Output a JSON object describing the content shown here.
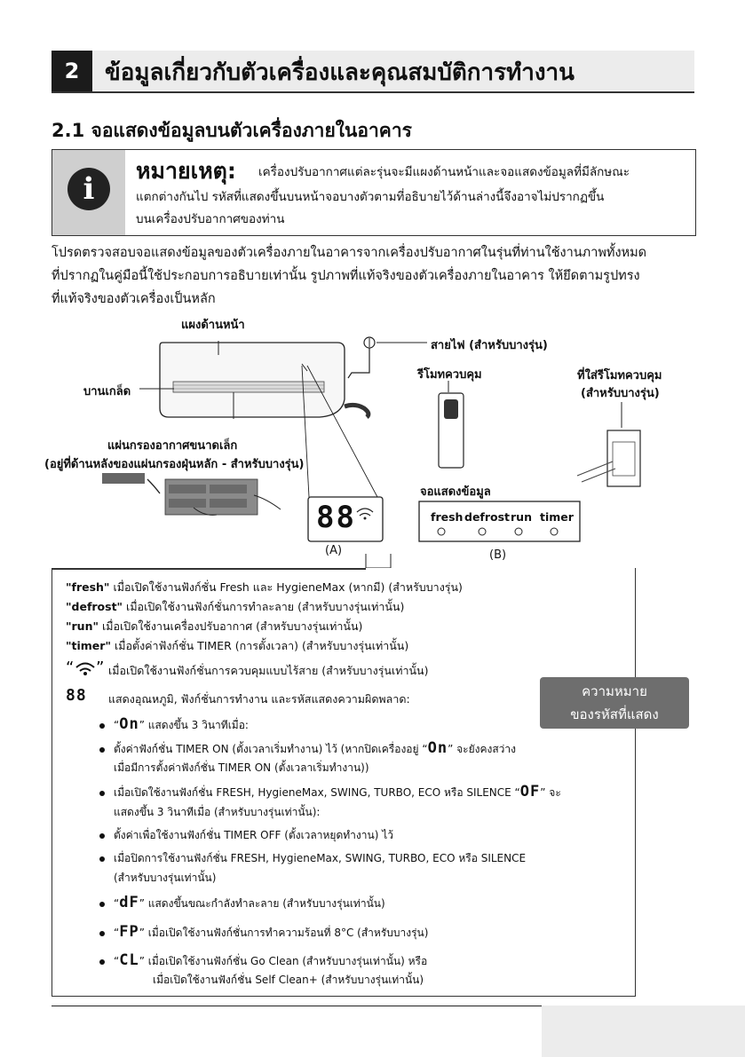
{
  "header": {
    "number": "2",
    "title": "ข้อมูลเกี่ยวกับตัวเครื่องและคุณสมบัติการทำงาน"
  },
  "section_title": "2.1 จอแสดงข้อมูลบนตัวเครื่องภายในอาคาร",
  "note": {
    "heading": "หมายเหตุ:",
    "line1": "เครื่องปรับอากาศแต่ละรุ่นจะมีแผงด้านหน้าและจอแสดงข้อมูลที่มีลักษณะ",
    "line2": "แตกต่างกันไป รหัสที่แสดงขึ้นบนหน้าจอบางตัวตามที่อธิบายไว้ด้านล่างนี้จึงอาจไม่ปรากฏขึ้น",
    "line3": "บนเครื่องปรับอากาศของท่าน"
  },
  "intro": {
    "line1": "โปรดตรวจสอบจอแสดงข้อมูลของตัวเครื่องภายในอาคารจากเครื่องปรับอากาศในรุ่นที่ท่านใช้งานภาพทั้งหมด",
    "line2": "ที่ปรากฏในคู่มือนี้ใช้ประกอบการอธิบายเท่านั้น รูปภาพที่แท้จริงของตัวเครื่องภายในอาคาร ให้ยึดตามรูปทรง",
    "line3": "ที่แท้จริงของตัวเครื่องเป็นหลัก"
  },
  "diagram": {
    "front_panel": "แผงด้านหน้า",
    "power_cable": "สายไฟ (สำหรับบางรุ่น)",
    "louver": "บานเกล็ด",
    "remote": "รีโมทควบคุม",
    "remote_holder_1": "ที่ใส่รีโมทควบคุม",
    "remote_holder_2": "(สำหรับบางรุ่น)",
    "small_filter_1": "แผ่นกรองอากาศขนาดเล็ก",
    "small_filter_2": "(อยู่ที่ด้านหลังของแผ่นกรองฝุ่นหลัก - สำหรับบางรุ่น)",
    "display_label": "จอแสดงข้อมูล",
    "display_digits": "88",
    "label_a": "(A)",
    "label_b": "(B)",
    "indicators": [
      "fresh",
      "defrost",
      "run",
      "timer"
    ]
  },
  "legend": {
    "fresh_key": "\"fresh\"",
    "fresh_text": "เมื่อเปิดใช้งานฟังก์ชั่น Fresh และ HygieneMax (หากมี) (สำหรับบางรุ่น)",
    "defrost_key": "\"defrost\"",
    "defrost_text": "เมื่อเปิดใช้งานฟังก์ชั่นการทำละลาย (สำหรับบางรุ่นเท่านั้น)",
    "run_key": "\"run\"",
    "run_text": "เมื่อเปิดใช้งานเครื่องปรับอากาศ (สำหรับบางรุ่นเท่านั้น)",
    "timer_key": "\"timer\"",
    "timer_text": "เมื่อตั้งค่าฟังก์ชั่น TIMER (การตั้งเวลา) (สำหรับบางรุ่นเท่านั้น)",
    "wifi_text": "เมื่อเปิดใช้งานฟังก์ชั่นการควบคุมแบบไร้สาย (สำหรับบางรุ่นเท่านั้น)",
    "digits_code": "88",
    "digits_text": "แสดงอุณหภูมิ, ฟังก์ชั่นการทำงาน และรหัสแสดงความผิดพลาด:",
    "on_code": "On",
    "on_text": "แสดงขึ้น 3 วินาทีเมื่อ:",
    "timer_on_1": "ตั้งค่าฟังก์ชั่น TIMER ON (ตั้งเวลาเริ่มทำงาน) ไว้ (หากปิดเครื่องอยู่",
    "timer_on_2": "จะยังคงสว่าง",
    "timer_on_3": "เมื่อมีการตั้งค่าฟังก์ชั่น TIMER ON (ตั้งเวลาเริ่มทำงาน))",
    "fresh_on_1": "เมื่อเปิดใช้งานฟังก์ชั่น FRESH, HygieneMax, SWING, TURBO, ECO หรือ SILENCE",
    "of_code": "OF",
    "fresh_on_2": "จะ",
    "fresh_on_3": "แสดงขึ้น 3 วินาทีเมื่อ (สำหรับบางรุ่นเท่านั้น):",
    "timer_off": "ตั้งค่าเพื่อใช้งานฟังก์ชั่น TIMER OFF (ตั้งเวลาหยุดทำงาน) ไว้",
    "disable_1": "เมื่อปิดการใช้งานฟังก์ชั่น FRESH, HygieneMax, SWING, TURBO, ECO หรือ SILENCE",
    "disable_2": "(สำหรับบางรุ่นเท่านั้น)",
    "df_code": "dF",
    "df_text": "แสดงขึ้นขณะกำลังทำละลาย (สำหรับบางรุ่นเท่านั้น)",
    "fp_code": "FP",
    "fp_text": "เมื่อเปิดใช้งานฟังก์ชั่นการทำความร้อนที่ 8°C (สำหรับบางรุ่น)",
    "cl_code": "CL",
    "cl_text_1": "เมื่อเปิดใช้งานฟังก์ชั่น Go Clean (สำหรับบางรุ่นเท่านั้น) หรือ",
    "cl_text_2": "เมื่อเปิดใช้งานฟังก์ชั่น Self Clean+ (สำหรับบางรุ่นเท่านั้น)",
    "meaning_1": "ความหมาย",
    "meaning_2": "ของรหัสที่แสดง"
  }
}
